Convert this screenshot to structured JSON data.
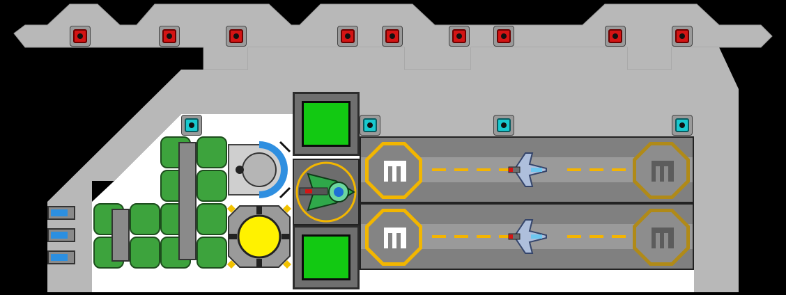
{
  "scene": {
    "colors": {
      "hull": "#b8b8b8",
      "deck": "#ffffff",
      "space": "#000000",
      "hardpoint_weapon": "#d41414",
      "hardpoint_utility": "#19c9cf",
      "module_green": "#12c912",
      "reactor_core": "#fff200",
      "bay_stripe": "#f5b400"
    },
    "hardpoints_red": 9,
    "hardpoints_cyan": 4,
    "launch_bays": 2,
    "docked_ships": 2
  },
  "icons": {
    "weapon_hardpoint": "red-hardpoint-icon",
    "utility_hardpoint": "cyan-hardpoint-icon",
    "cargo_module": "green-cargo-module-icon",
    "shield_generator": "shield-generator-icon",
    "reactor": "reactor-core-icon",
    "command_ship": "green-command-ship-icon",
    "fighter": "blue-fighter-icon",
    "launch_pad": "launch-pad-icon",
    "thruster": "blue-thruster-icon",
    "fuel_pipe": "green-pipe-icon"
  }
}
